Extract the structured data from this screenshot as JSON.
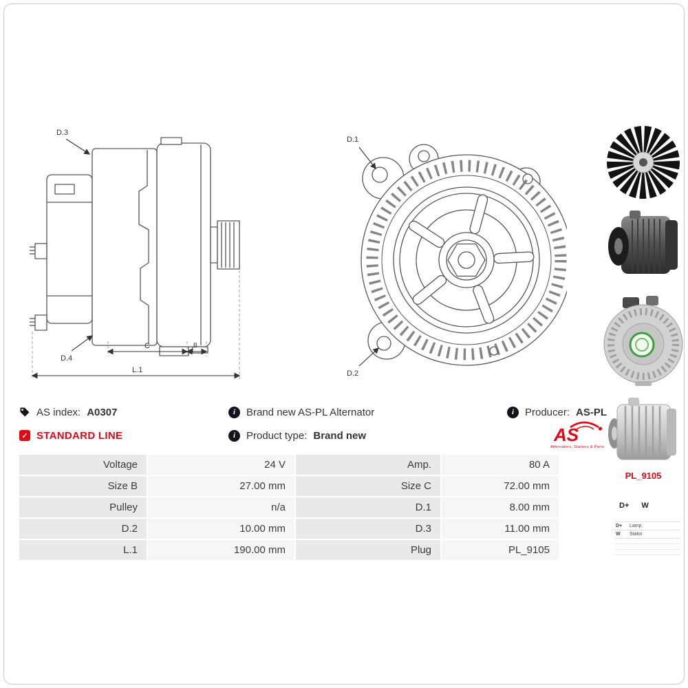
{
  "accent": {
    "red": "#e30613"
  },
  "drawing_labels": {
    "d3": "D.3",
    "d4": "D.4",
    "c": "C",
    "b": "B",
    "l1": "L.1",
    "d1": "D.1",
    "d2": "D.2"
  },
  "info": {
    "as_index_label": "AS index:",
    "as_index_value": "A0307",
    "standard_line": "STANDARD LINE",
    "brand_new_text": "Brand new AS-PL Alternator",
    "product_type_label": "Product type:",
    "product_type_value": "Brand new",
    "producer_label": "Producer:",
    "producer_value": "AS-PL"
  },
  "logo": {
    "text": "AS",
    "tagline": "Alternators, Starters & Parts"
  },
  "spec_table": {
    "rows": [
      {
        "l1": "Voltage",
        "v1": "24 V",
        "l2": "Amp.",
        "v2": "80 A"
      },
      {
        "l1": "Size B",
        "v1": "27.00 mm",
        "l2": "Size C",
        "v2": "72.00 mm"
      },
      {
        "l1": "Pulley",
        "v1": "n/a",
        "l2": "D.1",
        "v2": "8.00 mm"
      },
      {
        "l1": "D.2",
        "v1": "10.00 mm",
        "l2": "D.3",
        "v2": "11.00 mm"
      },
      {
        "l1": "L.1",
        "v1": "190.00 mm",
        "l2": "Plug",
        "v2": "PL_9105"
      }
    ]
  },
  "plug_panel": {
    "code": "PL_9105",
    "pins_header": [
      "D+",
      "W"
    ],
    "pin_rows": [
      {
        "pin": "D+",
        "desc": "Lamp"
      },
      {
        "pin": "W",
        "desc": "Stator"
      }
    ]
  }
}
